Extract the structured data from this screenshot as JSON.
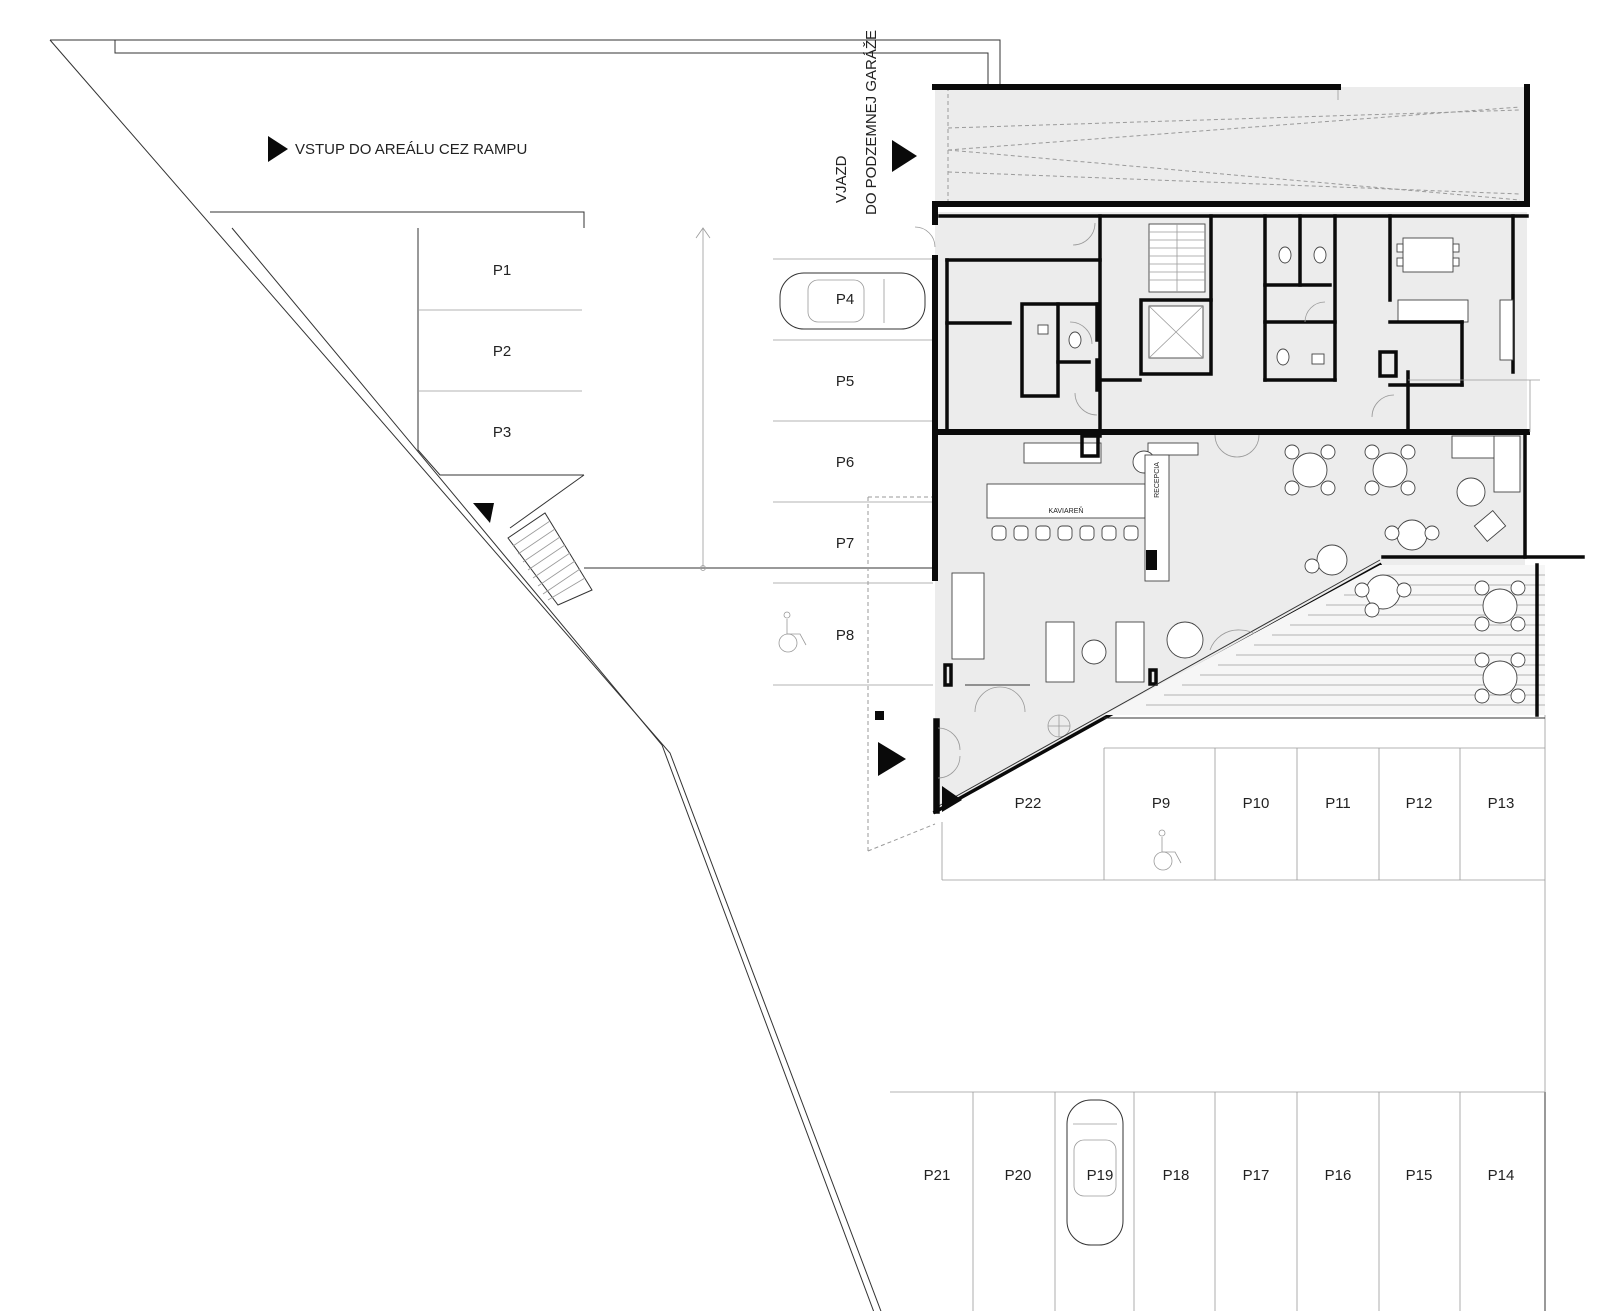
{
  "annotations": {
    "site_entrance": "VSTUP DO AREÁLU CEZ RAMPU",
    "garage_line1": "VJAZD",
    "garage_line2": "DO PODZEMNEJ GARÁŽE"
  },
  "rooms": {
    "cafe": "KAVIAREŇ",
    "reception": "RECEPCIA"
  },
  "parking": {
    "p1": "P1",
    "p2": "P2",
    "p3": "P3",
    "p4": "P4",
    "p5": "P5",
    "p6": "P6",
    "p7": "P7",
    "p8": "P8",
    "p9": "P9",
    "p10": "P10",
    "p11": "P11",
    "p12": "P12",
    "p13": "P13",
    "p14": "P14",
    "p15": "P15",
    "p16": "P16",
    "p17": "P17",
    "p18": "P18",
    "p19": "P19",
    "p20": "P20",
    "p21": "P21",
    "p22": "P22"
  },
  "icons": {
    "entrance_arrow": "triangle-arrow-icon",
    "accessible_space": "wheelchair-icon",
    "car": "car-icon"
  }
}
